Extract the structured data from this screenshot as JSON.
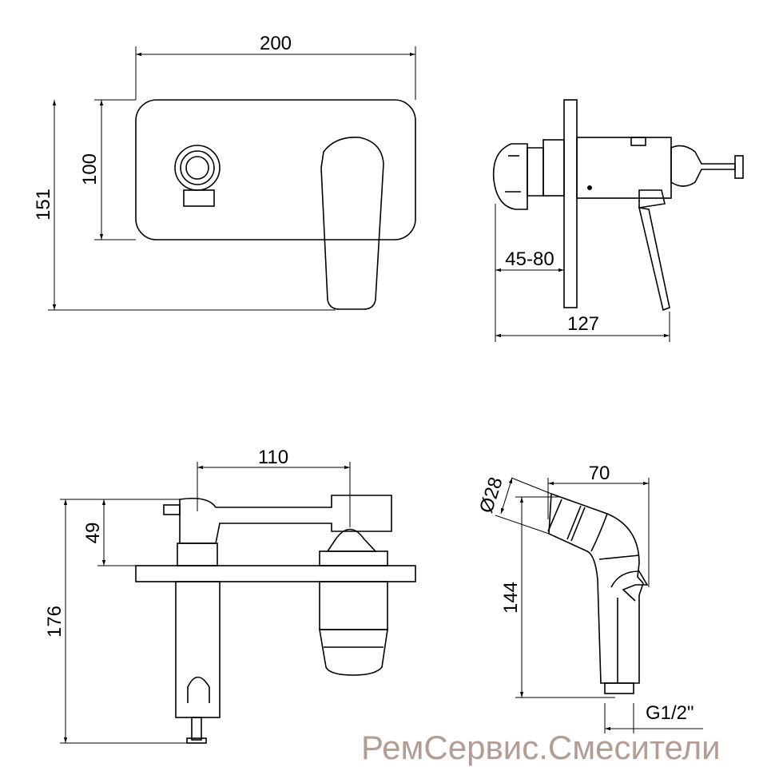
{
  "front_view": {
    "width": "200",
    "height_plate": "100",
    "height_total": "151"
  },
  "side_view": {
    "wall_depth": "45-80",
    "depth": "127"
  },
  "top_view": {
    "spacing": "110",
    "height_upper": "49",
    "height_total": "176"
  },
  "shower_head": {
    "diameter": "Ø28",
    "width": "70",
    "height": "144",
    "thread": "G1/2\""
  },
  "watermark": "РемСервис.Смесители",
  "colors": {
    "line": "#000000",
    "watermark": "#b39c93"
  }
}
